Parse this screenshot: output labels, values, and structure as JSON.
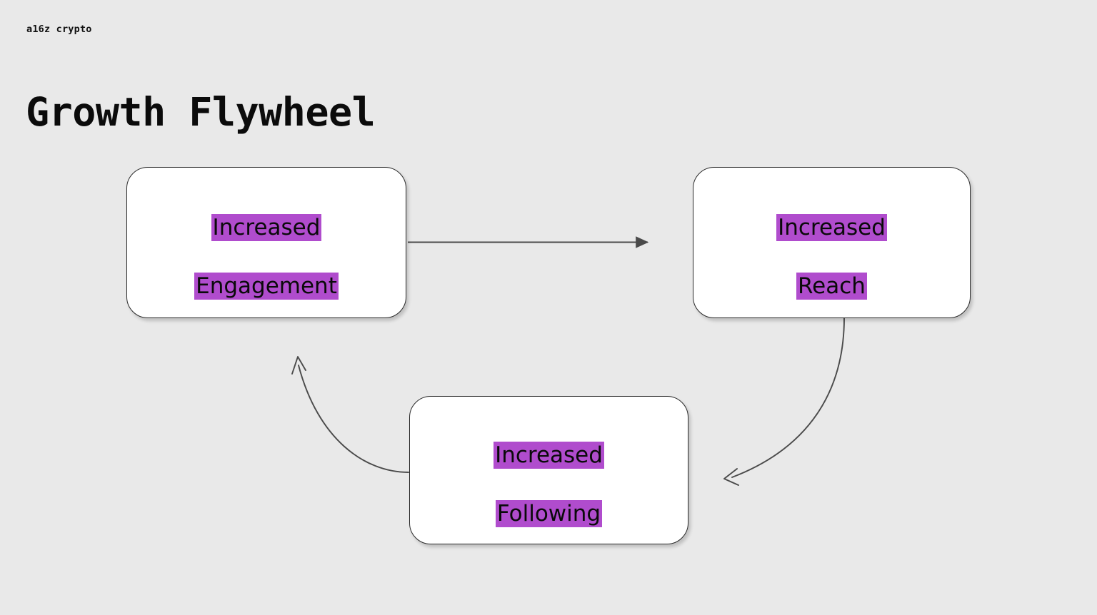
{
  "slide": {
    "brand": "a16z crypto",
    "title": "Growth Flywheel",
    "background_color": "#e9e9e9",
    "highlight_color": "#b04ccd",
    "node_fill_color": "#ffffff",
    "node_border_color": "#2b2b2b",
    "connector_color": "#4a4a4a"
  },
  "nodes": [
    {
      "id": "engagement",
      "line1": "Increased",
      "line2": "Engagement"
    },
    {
      "id": "reach",
      "line1": "Increased",
      "line2": "Reach"
    },
    {
      "id": "following",
      "line1": "Increased",
      "line2": "Following"
    }
  ],
  "connectors": [
    {
      "id": "engagement-to-reach",
      "from": "engagement",
      "to": "reach",
      "style": "straight",
      "arrowhead": "filled-triangle"
    },
    {
      "id": "reach-to-following",
      "from": "reach",
      "to": "following",
      "style": "curved",
      "arrowhead": "open-barb"
    },
    {
      "id": "following-to-engagement",
      "from": "following",
      "to": "engagement",
      "style": "curved",
      "arrowhead": "open-barb"
    }
  ]
}
